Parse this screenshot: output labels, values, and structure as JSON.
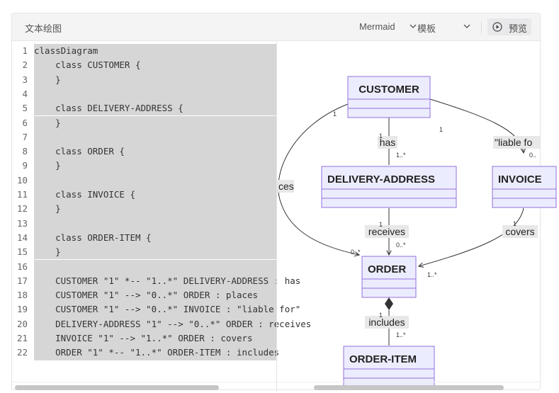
{
  "toolbar": {
    "title": "文本绘图",
    "language": "Mermaid",
    "template": "模板",
    "preview": "预览"
  },
  "editor": {
    "lines": [
      {
        "n": "1",
        "text": "classDiagram"
      },
      {
        "n": "2",
        "text": "    class CUSTOMER {"
      },
      {
        "n": "3",
        "text": "    }"
      },
      {
        "n": "4",
        "text": ""
      },
      {
        "n": "5",
        "text": "    class DELIVERY-ADDRESS {"
      },
      {
        "n": "6",
        "text": "    }"
      },
      {
        "n": "7",
        "text": ""
      },
      {
        "n": "8",
        "text": "    class ORDER {"
      },
      {
        "n": "9",
        "text": "    }"
      },
      {
        "n": "10",
        "text": ""
      },
      {
        "n": "11",
        "text": "    class INVOICE {"
      },
      {
        "n": "12",
        "text": "    }"
      },
      {
        "n": "13",
        "text": ""
      },
      {
        "n": "14",
        "text": "    class ORDER-ITEM {"
      },
      {
        "n": "15",
        "text": "    }"
      },
      {
        "n": "16",
        "text": ""
      },
      {
        "n": "17",
        "text": "    CUSTOMER \"1\" *-- \"1..*\" DELIVERY-ADDRESS : has"
      },
      {
        "n": "18",
        "text": "    CUSTOMER \"1\" --> \"0..*\" ORDER : places"
      },
      {
        "n": "19",
        "text": "    CUSTOMER \"1\" --> \"0..*\" INVOICE : \"liable for\""
      },
      {
        "n": "20",
        "text": "    DELIVERY-ADDRESS \"1\" --> \"0..*\" ORDER : receives"
      },
      {
        "n": "21",
        "text": "    INVOICE \"1\" --> \"1..*\" ORDER : covers"
      },
      {
        "n": "22",
        "text": "    ORDER \"1\" *-- \"1..*\" ORDER-ITEM : includes"
      }
    ]
  },
  "diagram": {
    "classes": {
      "customer": "CUSTOMER",
      "delivery_address": "DELIVERY-ADDRESS",
      "invoice": "INVOICE",
      "order": "ORDER",
      "order_item": "ORDER-ITEM"
    },
    "relations": {
      "has": "has",
      "places": "ces",
      "liable": "\"liable fo",
      "receives": "receives",
      "covers": "covers",
      "includes": "includes"
    },
    "multiplicity": {
      "one": "1",
      "one_many": "1..*",
      "zero_many": "0..*",
      "zero_trunc": "0.."
    },
    "colors": {
      "box_fill": "#ececff",
      "box_stroke": "#9370db",
      "edge": "#333333"
    }
  }
}
